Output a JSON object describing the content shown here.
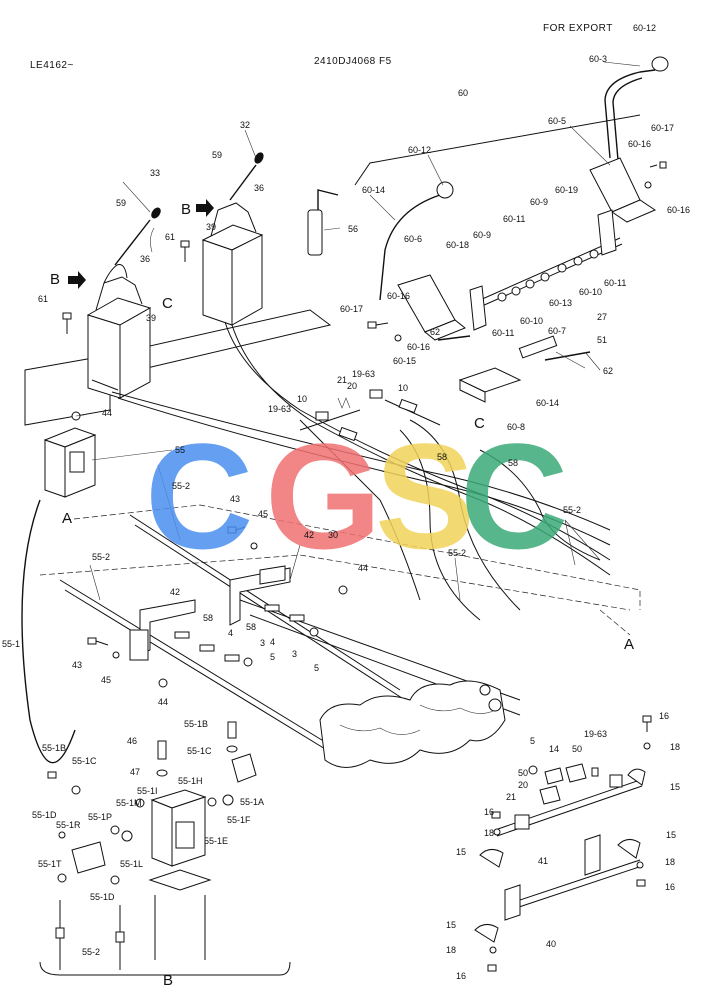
{
  "header": {
    "left_code": "LE4162~",
    "center_code": "2410DJ4068 F5",
    "right_note": "FOR EXPORT"
  },
  "watermark": {
    "text": "CGSC",
    "colors": [
      "#4a8ff0",
      "#f07070",
      "#f2d35a",
      "#3aaa78"
    ]
  },
  "labels": {
    "p60": "60",
    "p60_12a": "60-12",
    "p60_3": "60-3",
    "p60_5": "60-5",
    "p60_17a": "60-17",
    "p60_16a": "60-16",
    "p60_16b": "60-16",
    "p60_12b": "60-12",
    "p60_14a": "60-14",
    "p60_19": "60-19",
    "p60_9a": "60-9",
    "p60_11a": "60-11",
    "p60_11b": "60-11",
    "p60_13": "60-13",
    "p60_10a": "60-10",
    "p60_10b": "60-10",
    "p60_9b": "60-9",
    "p60_6": "60-6",
    "p60_18": "60-18",
    "p60_11c": "60-11",
    "p60_16c": "60-16",
    "p60_17b": "60-17",
    "p60_16d": "60-16",
    "p60_15": "60-15",
    "p60_7": "60-7",
    "p60_14b": "60-14",
    "p60_8": "60-8",
    "p62a": "62",
    "p62b": "62",
    "p27": "27",
    "p51": "51",
    "p56": "56",
    "p32": "32",
    "p59a": "59",
    "p36a": "36",
    "p33": "33",
    "p59b": "59",
    "p36b": "36",
    "p39a": "39",
    "p39b": "39",
    "p61a": "61",
    "p61b": "61",
    "p44a": "44",
    "p55a": "55",
    "p55_2a": "55-2",
    "p43a": "43",
    "p45a": "45",
    "p42a": "42",
    "p30": "30",
    "p19_63a": "19-63",
    "p21": "21",
    "p20a": "20",
    "p10a": "10",
    "p19_63b": "19-63",
    "p10b": "10",
    "p58a": "58",
    "p58b": "58",
    "p55_2b": "55-2",
    "p55_2c": "55-2",
    "p55_2d": "55-2",
    "p44b": "44",
    "p42b": "42",
    "p58c": "58",
    "p4a": "4",
    "p58d": "58",
    "p4b": "4",
    "p3a": "3",
    "p3b": "3",
    "p5a": "5",
    "p5b": "5",
    "p43b": "43",
    "p45b": "45",
    "p44c": "44",
    "p55_1": "55-1",
    "p55_1b_a": "55-1B",
    "p55_1c_a": "55-1C",
    "p46": "46",
    "p47": "47",
    "p55_1h": "55-1H",
    "p55_1a": "55-1A",
    "p55_1i": "55-1I",
    "p55_1f": "55-1F",
    "p55_1e": "55-1E",
    "p55_1b_b": "55-1B",
    "p55_1c_b": "55-1C",
    "p55_1m": "55-1M",
    "p55_1d_a": "55-1D",
    "p55_1p": "55-1P",
    "p55_1r": "55-1R",
    "p55_1t": "55-1T",
    "p55_1l": "55-1L",
    "p55_1d_b": "55-1D",
    "p55_2e": "55-2",
    "p5c": "5",
    "p14": "14",
    "p50a": "50",
    "p19_63c": "19-63",
    "p50b": "50",
    "p20b": "20",
    "p21b": "21",
    "p16a": "16",
    "p18a": "18",
    "p15a": "15",
    "p16b": "16",
    "p18b": "18",
    "p15b": "15",
    "p41": "41",
    "p15c": "15",
    "p18c": "18",
    "p16c": "16",
    "p40": "40",
    "p15d": "15",
    "p18d": "18",
    "p16d": "16",
    "callB1": "B",
    "callB2": "B",
    "callB3": "B",
    "callA1": "A",
    "callA2": "A",
    "callC1": "C",
    "callC2": "C"
  }
}
